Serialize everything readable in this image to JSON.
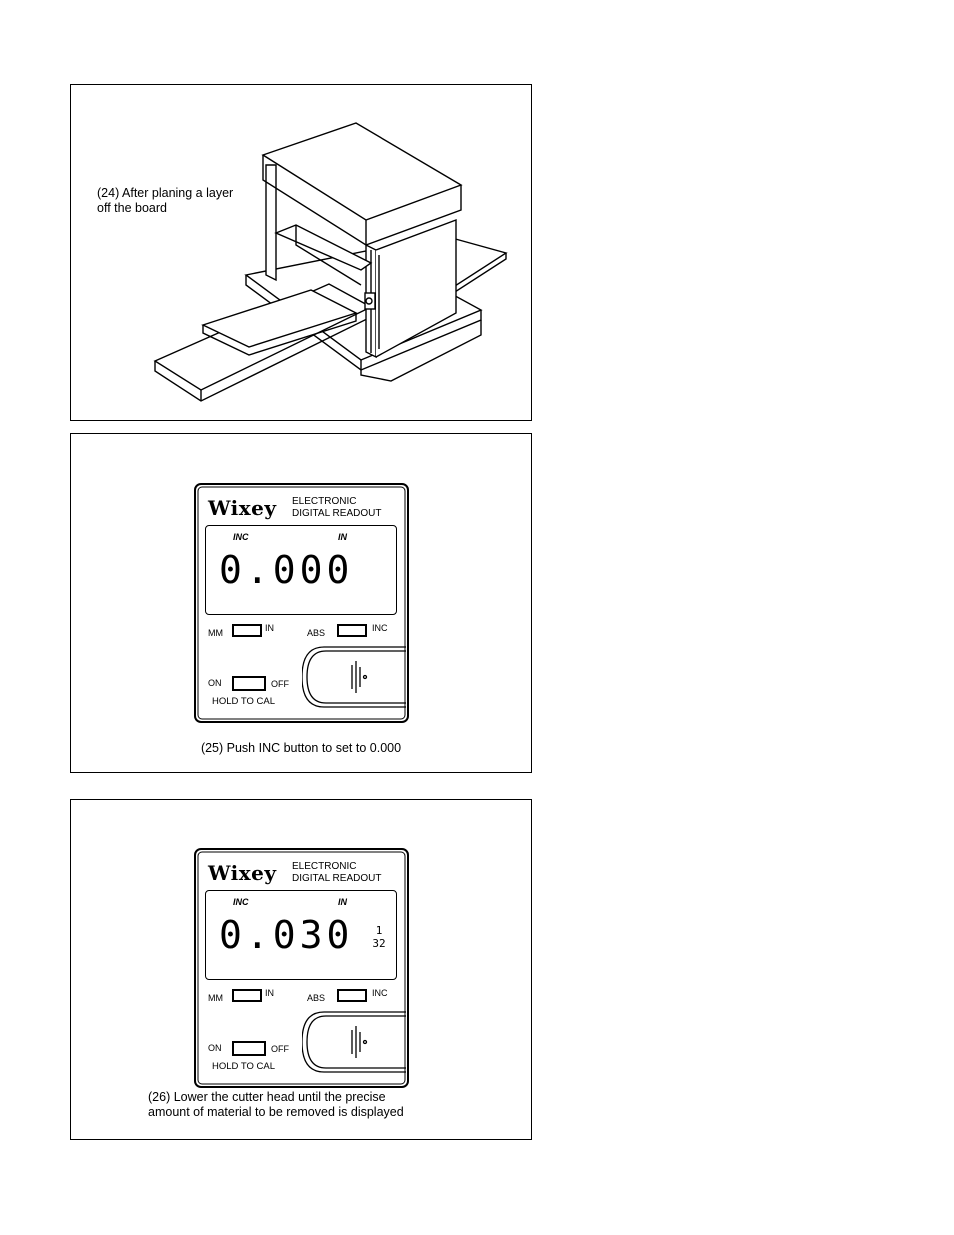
{
  "panels": [
    {
      "caption": "(24) After planing a layer\noff the board"
    },
    {
      "caption": "(25) Push INC button to set to 0.000",
      "readout": {
        "brand": "Wixey",
        "brand_sub": "ELECTRONIC\nDIGITAL READOUT",
        "mode": "INC",
        "unit": "IN",
        "value": "0.000",
        "fraction_num": "",
        "fraction_den": "",
        "mm_label": "MM",
        "in_label": "IN",
        "abs_label": "ABS",
        "inc_label": "INC",
        "on_label": "ON",
        "off_label": "OFF",
        "hold_label": "HOLD TO CAL"
      }
    },
    {
      "caption": "(26) Lower the cutter head until the precise\namount of material to be removed is displayed",
      "readout": {
        "brand": "Wixey",
        "brand_sub": "ELECTRONIC\nDIGITAL READOUT",
        "mode": "INC",
        "unit": "IN",
        "value": "0.030",
        "fraction_num": "1",
        "fraction_den": "32",
        "mm_label": "MM",
        "in_label": "IN",
        "abs_label": "ABS",
        "inc_label": "INC",
        "on_label": "ON",
        "off_label": "OFF",
        "hold_label": "HOLD TO CAL"
      }
    }
  ]
}
